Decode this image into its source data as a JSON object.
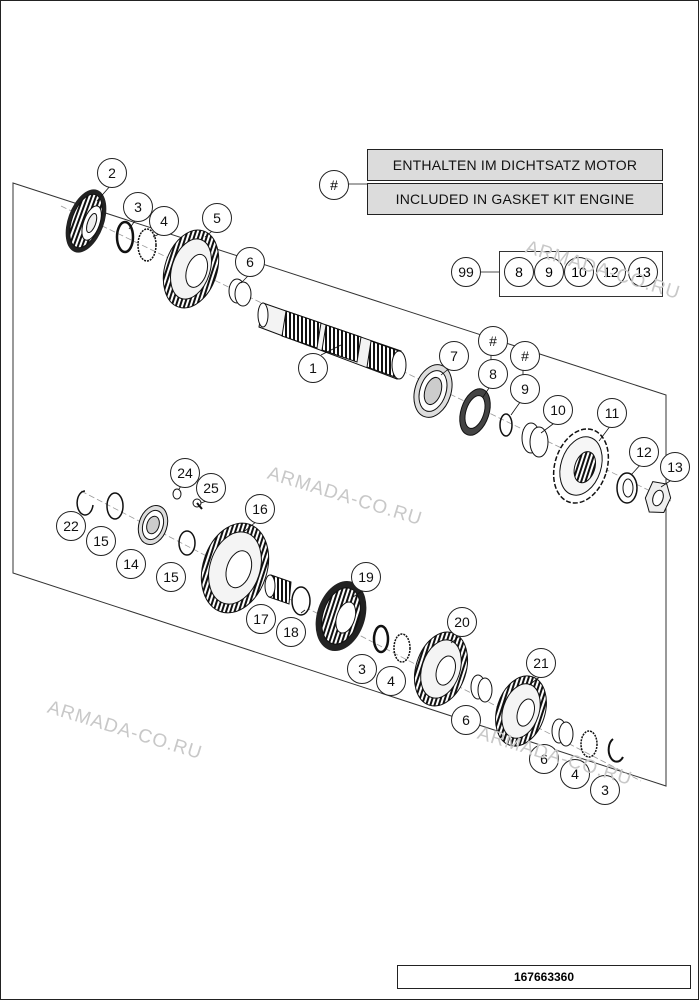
{
  "legend": {
    "symbol": "#",
    "line1": "ENTHALTEN IM DICHTSATZ MOTOR",
    "line2": "INCLUDED IN GASKET KIT ENGINE"
  },
  "kit": {
    "label": "99",
    "items": [
      "8",
      "9",
      "10",
      "12",
      "13"
    ]
  },
  "callouts": [
    {
      "id": "c2",
      "label": "2"
    },
    {
      "id": "c3a",
      "label": "3"
    },
    {
      "id": "c4a",
      "label": "4"
    },
    {
      "id": "c5",
      "label": "5"
    },
    {
      "id": "c6a",
      "label": "6"
    },
    {
      "id": "c1",
      "label": "1"
    },
    {
      "id": "c7",
      "label": "7"
    },
    {
      "id": "c8",
      "label": "8"
    },
    {
      "id": "c9",
      "label": "9"
    },
    {
      "id": "c10",
      "label": "10"
    },
    {
      "id": "c11",
      "label": "11"
    },
    {
      "id": "c12",
      "label": "12"
    },
    {
      "id": "c13",
      "label": "13"
    },
    {
      "id": "c24",
      "label": "24"
    },
    {
      "id": "c25",
      "label": "25"
    },
    {
      "id": "c16",
      "label": "16"
    },
    {
      "id": "c22",
      "label": "22"
    },
    {
      "id": "c15a",
      "label": "15"
    },
    {
      "id": "c14",
      "label": "14"
    },
    {
      "id": "c15b",
      "label": "15"
    },
    {
      "id": "c17",
      "label": "17"
    },
    {
      "id": "c18",
      "label": "18"
    },
    {
      "id": "c19",
      "label": "19"
    },
    {
      "id": "c20",
      "label": "20"
    },
    {
      "id": "c3b",
      "label": "3"
    },
    {
      "id": "c4b",
      "label": "4"
    },
    {
      "id": "c6b",
      "label": "6"
    },
    {
      "id": "c21",
      "label": "21"
    },
    {
      "id": "c6c",
      "label": "6"
    },
    {
      "id": "c4c",
      "label": "4"
    },
    {
      "id": "c3c",
      "label": "3"
    }
  ],
  "hash_markers": [
    "#",
    "#"
  ],
  "watermark": "ARMADA-CO.RU",
  "drawing_number": "167663360"
}
